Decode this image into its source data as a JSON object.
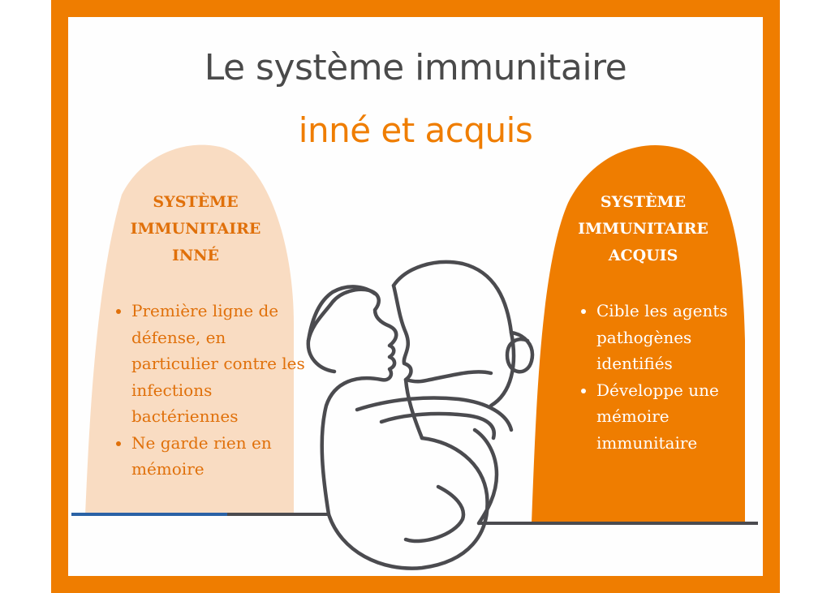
{
  "title": "Le système immunitaire",
  "subtitle": "inné et acquis",
  "innate": {
    "heading_lines": [
      "SYSTÈME",
      "IMMUNITAIRE",
      "INNÉ"
    ],
    "bullets": [
      "Première ligne de défense, en particulier contre les infections bactériennes",
      "Ne garde rien en mémoire"
    ]
  },
  "acquired": {
    "heading_lines": [
      "SYSTÈME",
      "IMMUNITAIRE",
      "ACQUIS"
    ],
    "bullets": [
      "Cible les agents pathogènes identifiés",
      "Développe une mémoire immunitaire"
    ]
  },
  "colors": {
    "frame": "#ef7d00",
    "innate_blob": "#f9dcc2",
    "acquired_blob": "#ef7d00",
    "line_art": "#4b4b4f",
    "ground_line_blue": "#2a62a6"
  }
}
